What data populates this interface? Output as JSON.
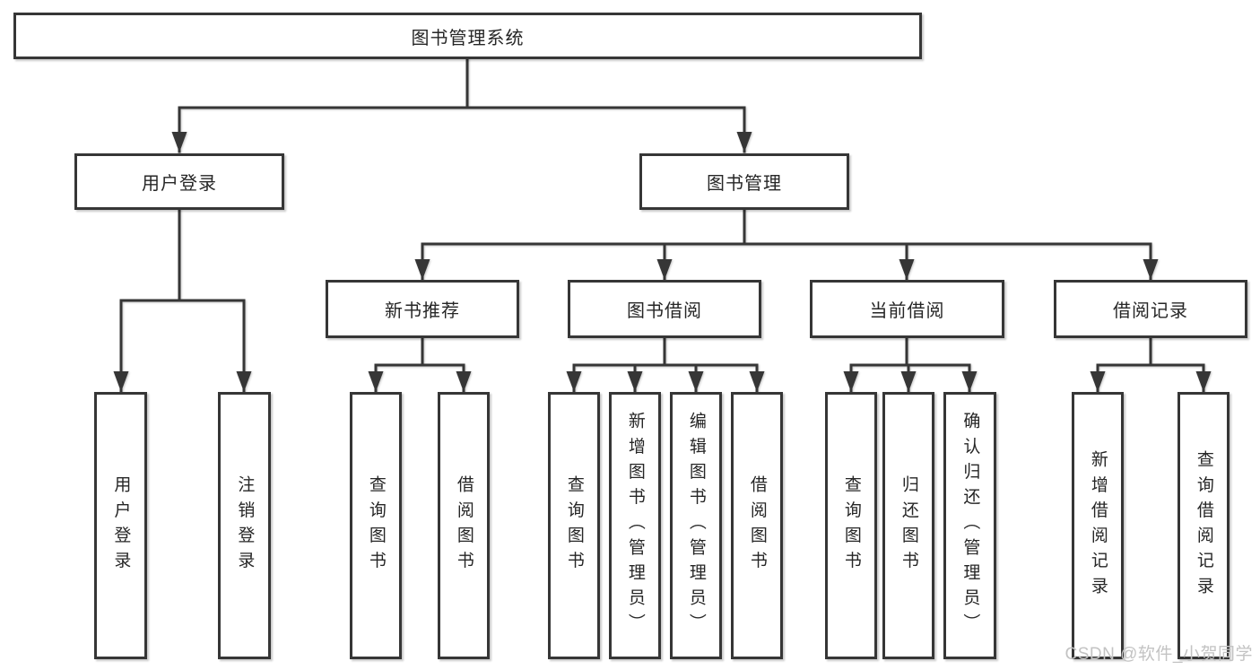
{
  "colors": {
    "line": "#363636",
    "box_fill": "#ffffff",
    "text": "#262626",
    "watermark": "#c3c3c3"
  },
  "watermark": {
    "text": "CSDN @软件_小贺同学"
  },
  "diagram": {
    "root": {
      "label": "图书管理系统",
      "children": [
        {
          "label": "用户登录",
          "children": [
            {
              "label": "用户登录"
            },
            {
              "label": "注销登录"
            }
          ]
        },
        {
          "label": "图书管理",
          "children": [
            {
              "label": "新书推荐",
              "children": [
                {
                  "label": "查询图书"
                },
                {
                  "label": "借阅图书"
                }
              ]
            },
            {
              "label": "图书借阅",
              "children": [
                {
                  "label": "查询图书"
                },
                {
                  "label": "新增图书（管理员）"
                },
                {
                  "label": "编辑图书（管理员）"
                },
                {
                  "label": "借阅图书"
                }
              ]
            },
            {
              "label": "当前借阅",
              "children": [
                {
                  "label": "查询图书"
                },
                {
                  "label": "归还图书"
                },
                {
                  "label": "确认归还（管理员）"
                }
              ]
            },
            {
              "label": "借阅记录",
              "children": [
                {
                  "label": "新增借阅记录"
                },
                {
                  "label": "查询借阅记录"
                }
              ]
            }
          ]
        }
      ]
    }
  }
}
